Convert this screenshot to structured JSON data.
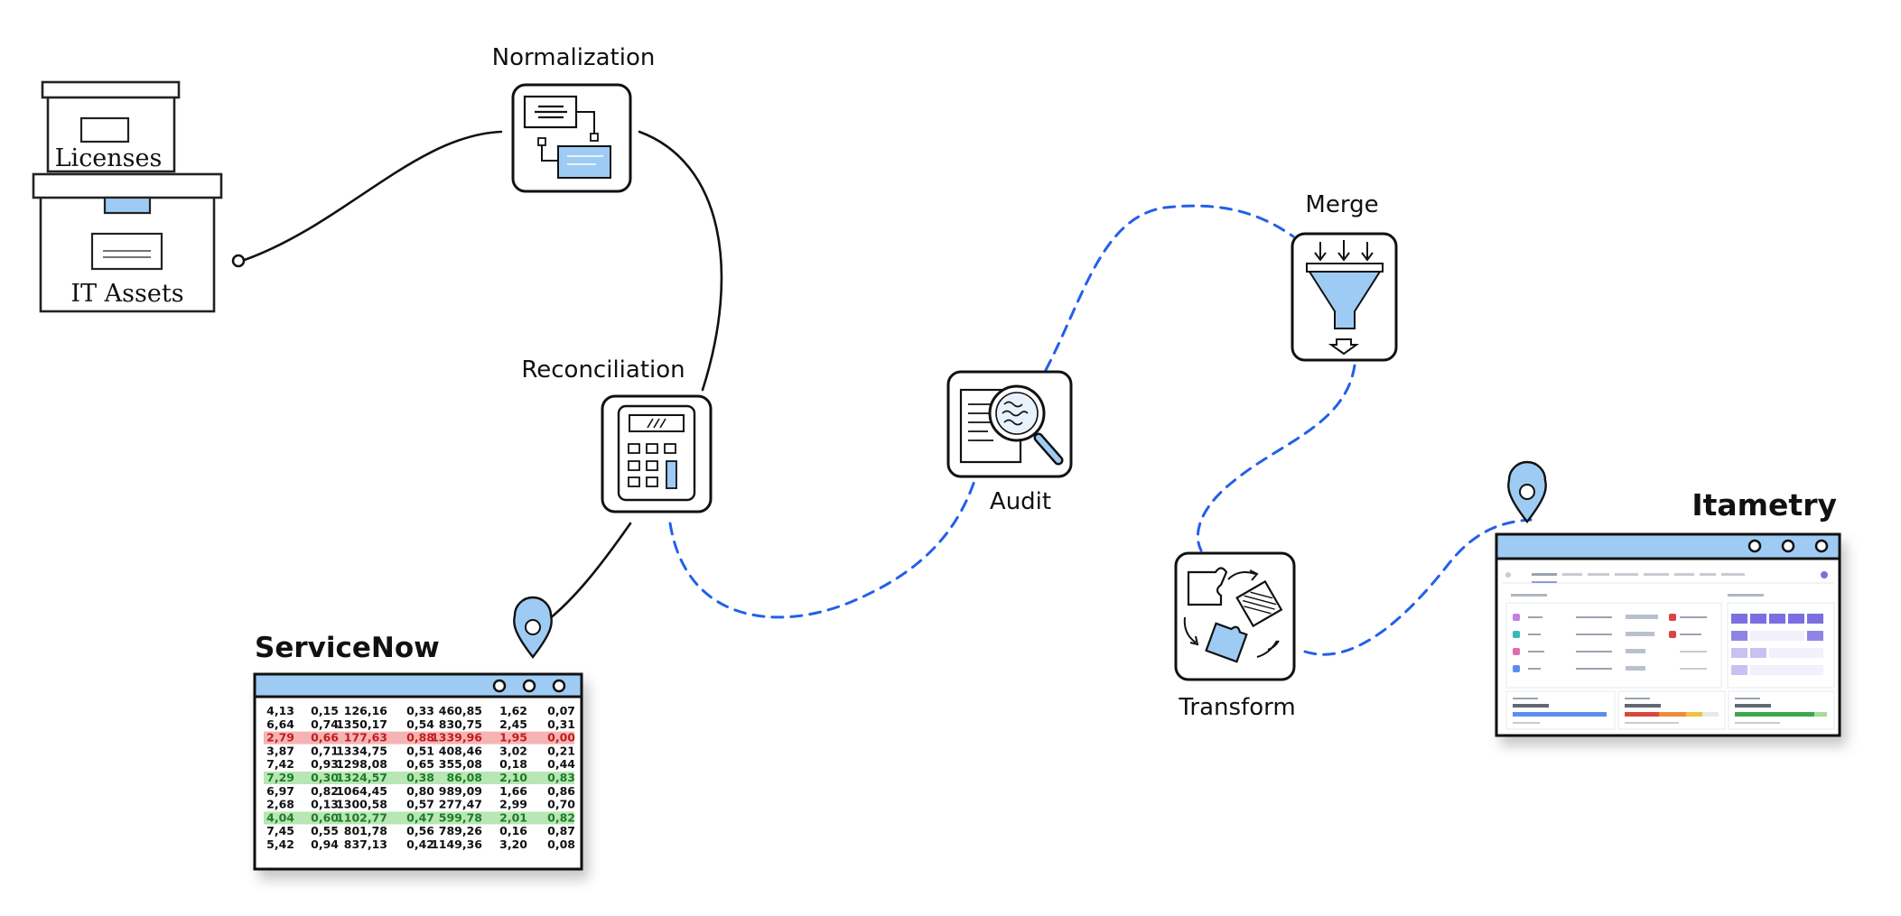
{
  "colors": {
    "accent_blue": "#9ecbf3",
    "connector_blue": "#2360e8",
    "row_red": "#f6b3b3",
    "row_green": "#b8e6b5",
    "text_red": "#c21c1c",
    "text_green": "#1c7d24"
  },
  "sources": {
    "licenses": "Licenses",
    "it_assets": "IT Assets"
  },
  "steps": {
    "normalization": "Normalization",
    "reconciliation": "Reconciliation",
    "audit": "Audit",
    "merge": "Merge",
    "transform": "Transform"
  },
  "icons": {
    "normalization": "flowchart-icon",
    "reconciliation": "calculator-icon",
    "audit": "magnifier-document-icon",
    "merge": "funnel-icon",
    "transform": "puzzle-icon",
    "location": "map-pin-icon"
  },
  "servicenow": {
    "title": "ServiceNow",
    "rows": [
      {
        "status": "normal",
        "cells": [
          "4,13",
          "0,15",
          "126,16",
          "0,33",
          "460,85",
          "1,62",
          "0,07"
        ]
      },
      {
        "status": "normal",
        "cells": [
          "6,64",
          "0,74",
          "1350,17",
          "0,54",
          "830,75",
          "2,45",
          "0,31"
        ]
      },
      {
        "status": "red",
        "cells": [
          "2,79",
          "0,66",
          "177,63",
          "0,88",
          "1339,96",
          "1,95",
          "0,00"
        ]
      },
      {
        "status": "normal",
        "cells": [
          "3,87",
          "0,71",
          "1334,75",
          "0,51",
          "408,46",
          "3,02",
          "0,21"
        ]
      },
      {
        "status": "normal",
        "cells": [
          "7,42",
          "0,93",
          "1298,08",
          "0,65",
          "355,08",
          "0,18",
          "0,44"
        ]
      },
      {
        "status": "green",
        "cells": [
          "7,29",
          "0,30",
          "1324,57",
          "0,38",
          "86,08",
          "2,10",
          "0,83"
        ]
      },
      {
        "status": "normal",
        "cells": [
          "6,97",
          "0,82",
          "1064,45",
          "0,80",
          "989,09",
          "1,66",
          "0,86"
        ]
      },
      {
        "status": "normal",
        "cells": [
          "2,68",
          "0,13",
          "1300,58",
          "0,57",
          "277,47",
          "2,99",
          "0,70"
        ]
      },
      {
        "status": "green",
        "cells": [
          "4,04",
          "0,60",
          "1102,77",
          "0,47",
          "599,78",
          "2,01",
          "0,82"
        ]
      },
      {
        "status": "normal",
        "cells": [
          "7,45",
          "0,55",
          "801,78",
          "0,56",
          "789,26",
          "0,16",
          "0,87"
        ]
      },
      {
        "status": "normal",
        "cells": [
          "5,42",
          "0,94",
          "837,13",
          "0,42",
          "1149,36",
          "3,20",
          "0,08"
        ]
      }
    ]
  },
  "itametry": {
    "title": "Itametry"
  }
}
